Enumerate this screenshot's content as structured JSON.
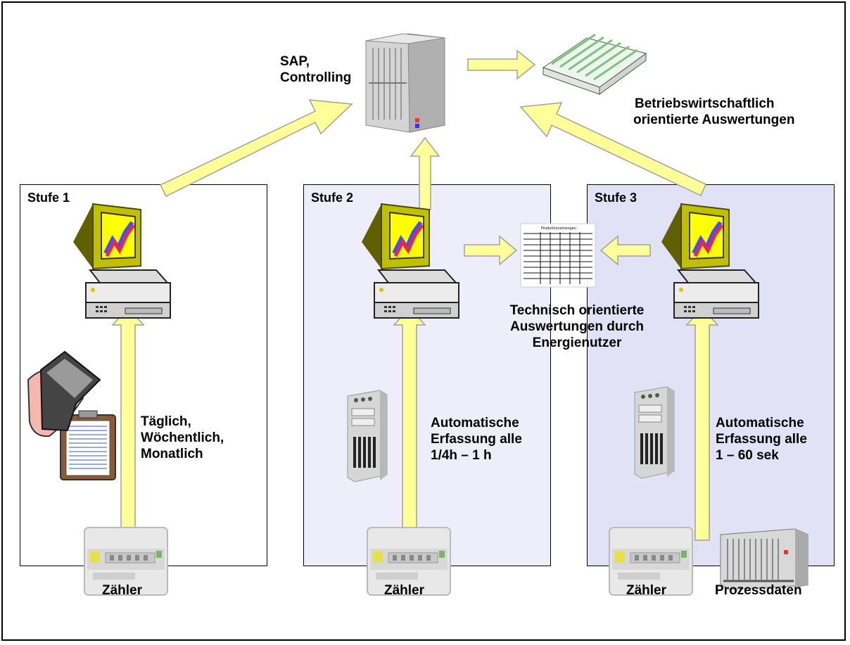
{
  "colors": {
    "arrow_fill": "#ffff99",
    "arrow_stroke": "#a0a0a0",
    "stage_bg_1": "#ffffff",
    "stage_bg_2": "#eeeefa",
    "stage_bg_3": "#e2e2f7",
    "monitor_body": "#c0c000",
    "monitor_screen": "#ffff00"
  },
  "top": {
    "server_label": [
      "SAP,",
      "Controlling"
    ],
    "business_reports_label": [
      "Betriebswirtschaftlich",
      "orientierte Auswertungen"
    ],
    "technical_reports_label": [
      "Technisch orientierte",
      "Auswertungen durch",
      "Energienutzer"
    ],
    "sheet_heading": "Produktionsmengen"
  },
  "stages": [
    {
      "title": "Stufe 1",
      "method_label": [
        "Täglich,",
        "Wöchentlich,",
        "Monatlich"
      ],
      "meter_label": "Zähler",
      "icon": "handheld-reader-icon"
    },
    {
      "title": "Stufe 2",
      "method_label": [
        "Automatische",
        "Erfassung alle",
        "1/4h – 1 h"
      ],
      "meter_label": "Zähler",
      "icon": "tower-server-icon"
    },
    {
      "title": "Stufe 3",
      "method_label": [
        "Automatische",
        "Erfassung alle",
        "1 – 60 sek"
      ],
      "meter_label": "Zähler",
      "process_label": "Prozessdaten",
      "icon": "tower-server-icon"
    }
  ]
}
